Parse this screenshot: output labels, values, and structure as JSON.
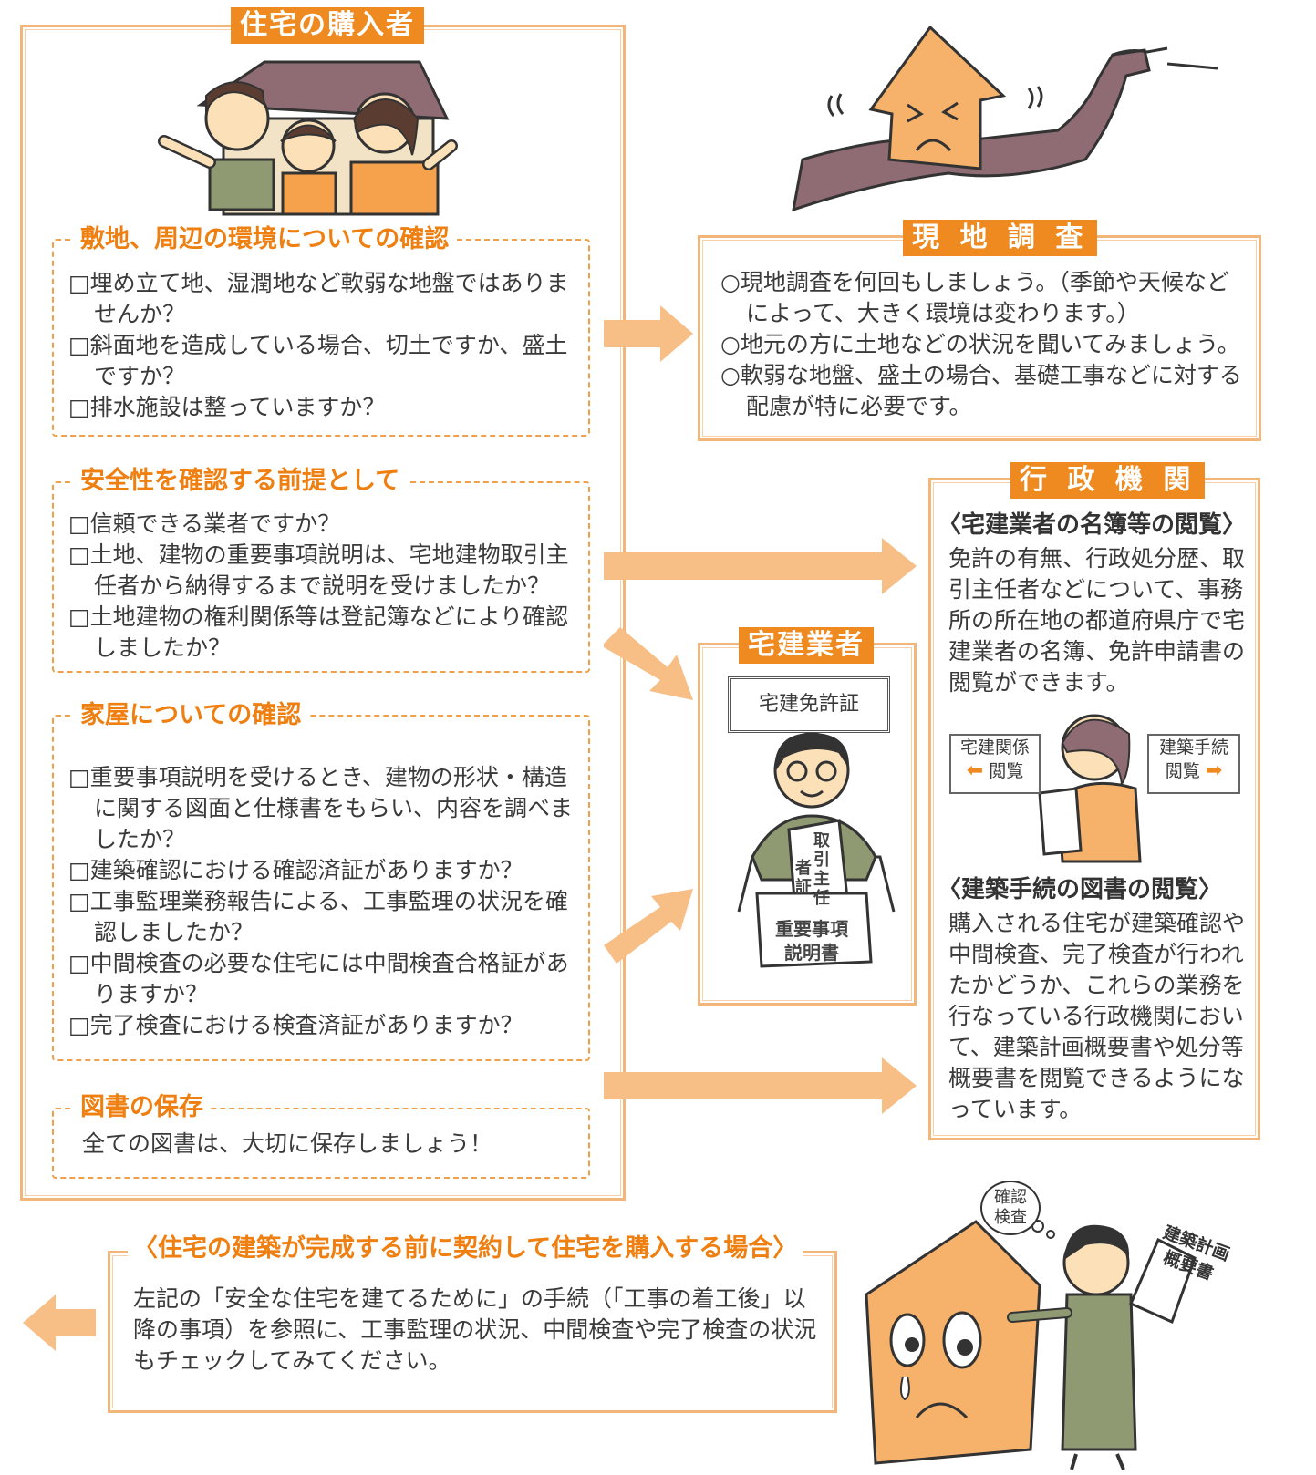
{
  "buyer": {
    "title": "住宅の購入者",
    "site": {
      "title": "敷地、周辺の環境についての確認",
      "items": [
        "□埋め立て地、湿潤地など軟弱な地盤ではありませんか？",
        "□斜面地を造成している場合、切土ですか、盛土ですか？",
        "□排水施設は整っていますか？"
      ]
    },
    "safety": {
      "title": "安全性を確認する前提として",
      "items": [
        "□信頼できる業者ですか？",
        "□土地、建物の重要事項説明は、宅地建物取引主任者から納得するまで説明を受けましたか？",
        "□土地建物の権利関係等は登記簿などにより確認しましたか？"
      ]
    },
    "house": {
      "title": "家屋についての確認",
      "items": [
        "□重要事項説明を受けるとき、建物の形状・構造に関する図面と仕様書をもらい、内容を調べましたか？",
        "□建築確認における確認済証がありますか？",
        "□工事監理業務報告による、工事監理の状況を確認しましたか？",
        "□中間検査の必要な住宅には中間検査合格証がありますか？",
        "□完了検査における検査済証がありますか？"
      ]
    },
    "storage": {
      "title": "図書の保存",
      "text": "全ての図書は、大切に保存しましょう！"
    }
  },
  "survey": {
    "title": "現 地 調 査",
    "items": [
      "○現地調査を何回もしましょう。（季節や天候などによって、大きく環境は変わります。）",
      "○地元の方に土地などの状況を聞いてみましょう。",
      "○軟弱な地盤、盛土の場合、基礎工事などに対する配慮が特に必要です。"
    ]
  },
  "gov": {
    "title": "行 政 機 関",
    "sub1": "〈宅建業者の名簿等の閲覧〉",
    "text1": "免許の有無、行政処分歴、取引主任者などについて、事務所の所在地の都道府県庁で宅建業者の名簿、免許申請書の閲覧ができます。",
    "left_sign": [
      "宅建関係",
      "閲覧"
    ],
    "right_sign": [
      "建築手続",
      "閲覧"
    ],
    "sub2": "〈建築手続の図書の閲覧〉",
    "text2": "購入される住宅が建築確認や中間検査、完了検査が行われたかどうか、これらの業務を行なっている行政機関において、建築計画概要書や処分等概要書を閲覧できるようになっています。"
  },
  "dealer": {
    "title": "宅建業者",
    "license": "宅建免許証",
    "cert": [
      "取",
      "引",
      "主",
      "任",
      "者",
      "証"
    ],
    "doc": [
      "重要事項",
      "説明書"
    ]
  },
  "bottom": {
    "title": "〈住宅の建築が完成する前に契約して住宅を購入する場合〉",
    "text": "左記の「安全な住宅を建てるために」の手続（「工事の着工後」以降の事項）を参照に、工事監理の状況、中間検査や完了検査の状況もチェックしてみてください。",
    "bubble": [
      "確認",
      "検査"
    ],
    "board": [
      "建築計画",
      "概要書"
    ]
  },
  "colors": {
    "orange": "#ee8a1f",
    "frame": "#f2b57a",
    "arrow": "#f7be86",
    "house": "#f6b26b",
    "roof": "#8f6c73"
  }
}
